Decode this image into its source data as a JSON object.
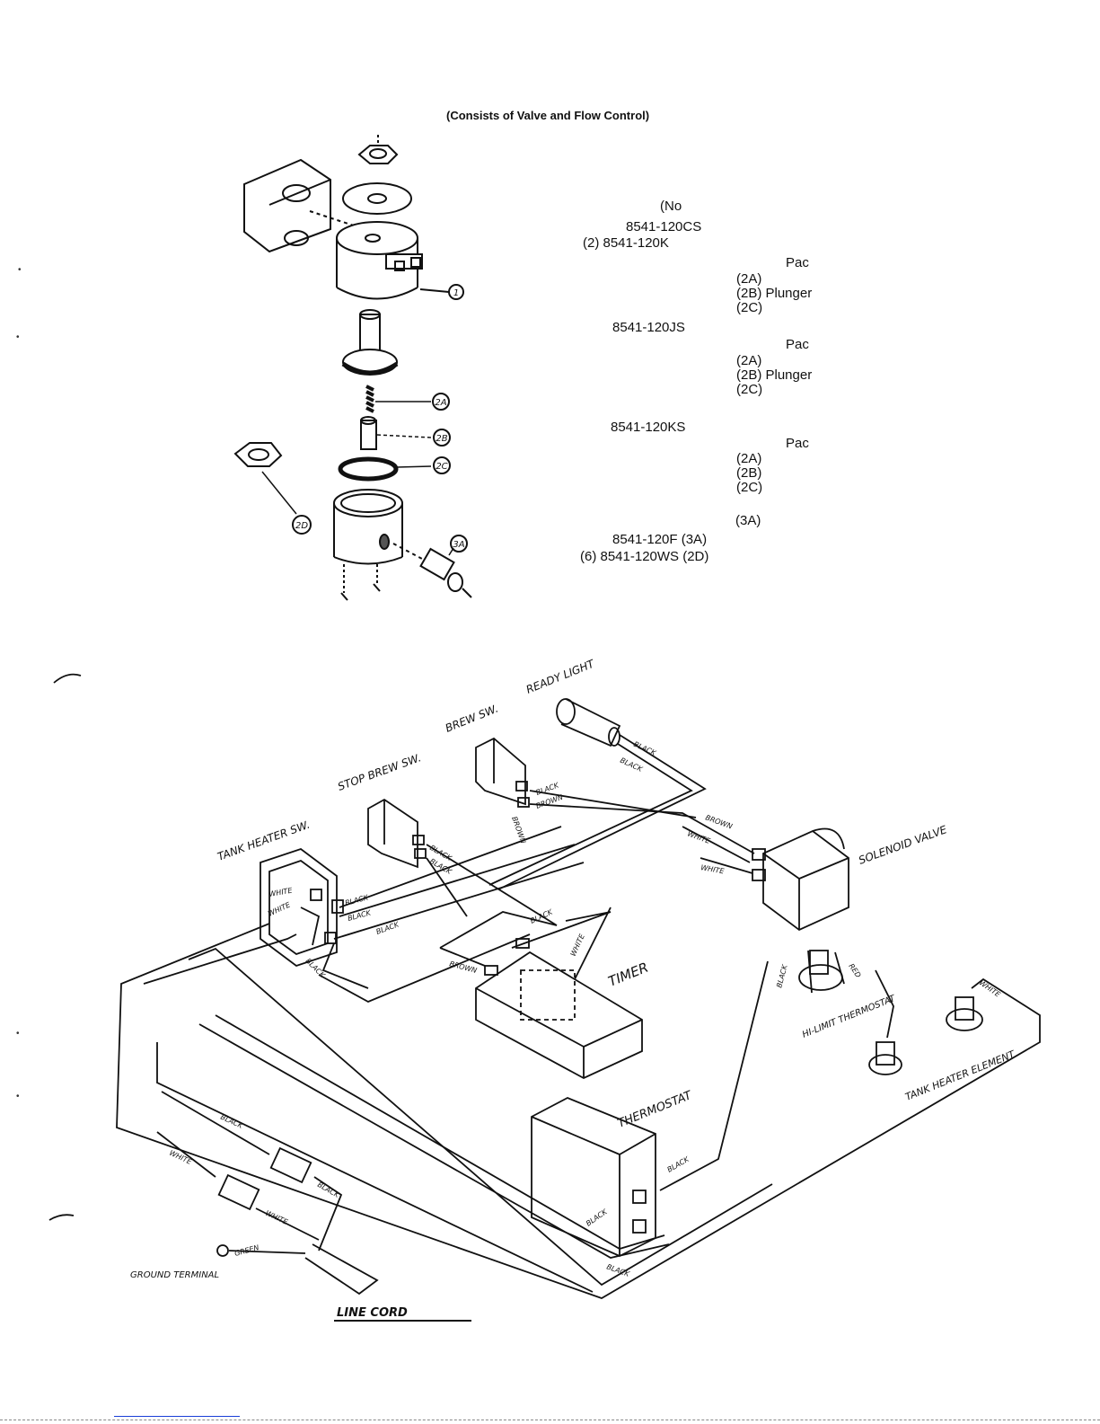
{
  "header": {
    "caption": "(Consists of Valve and Flow Control)"
  },
  "parts_list": {
    "lines": [
      "(No",
      "8541-120CS",
      "(2)  8541-120K",
      "Pac",
      "(2A)",
      "(2B) Plunger",
      "(2C)",
      "8541-120JS",
      "Pac",
      "(2A)",
      "(2B) Plunger",
      "(2C)",
      "8541-120KS",
      "Pac",
      "(2A)",
      "(2B)",
      "(2C)",
      "(3A)",
      "8541-120F     (3A)",
      "(6)  8541-120WS (2D)"
    ]
  },
  "exploded_view": {
    "callouts": [
      "1",
      "2A",
      "2B",
      "2C",
      "2D",
      "3A"
    ]
  },
  "wiring_diagram": {
    "components": {
      "ready_light": "READY LIGHT",
      "brew_switch": "BREW SW.",
      "stop_brew_switch": "STOP BREW SW.",
      "tank_heater_switch": "TANK HEATER SW.",
      "solenoid_valve": "SOLENOID VALVE",
      "timer": "TIMER",
      "thermostat": "THERMOSTAT",
      "hi_limit_thermostat": "HI-LIMIT THERMOSTAT",
      "tank_heater_element": "TANK HEATER ELEMENT",
      "ground_terminal": "GROUND TERMINAL",
      "line_cord": "LINE CORD"
    },
    "wire_labels": {
      "black": "BLACK",
      "white": "WHITE",
      "brown": "BROWN",
      "red": "RED",
      "green": "GREEN"
    }
  }
}
